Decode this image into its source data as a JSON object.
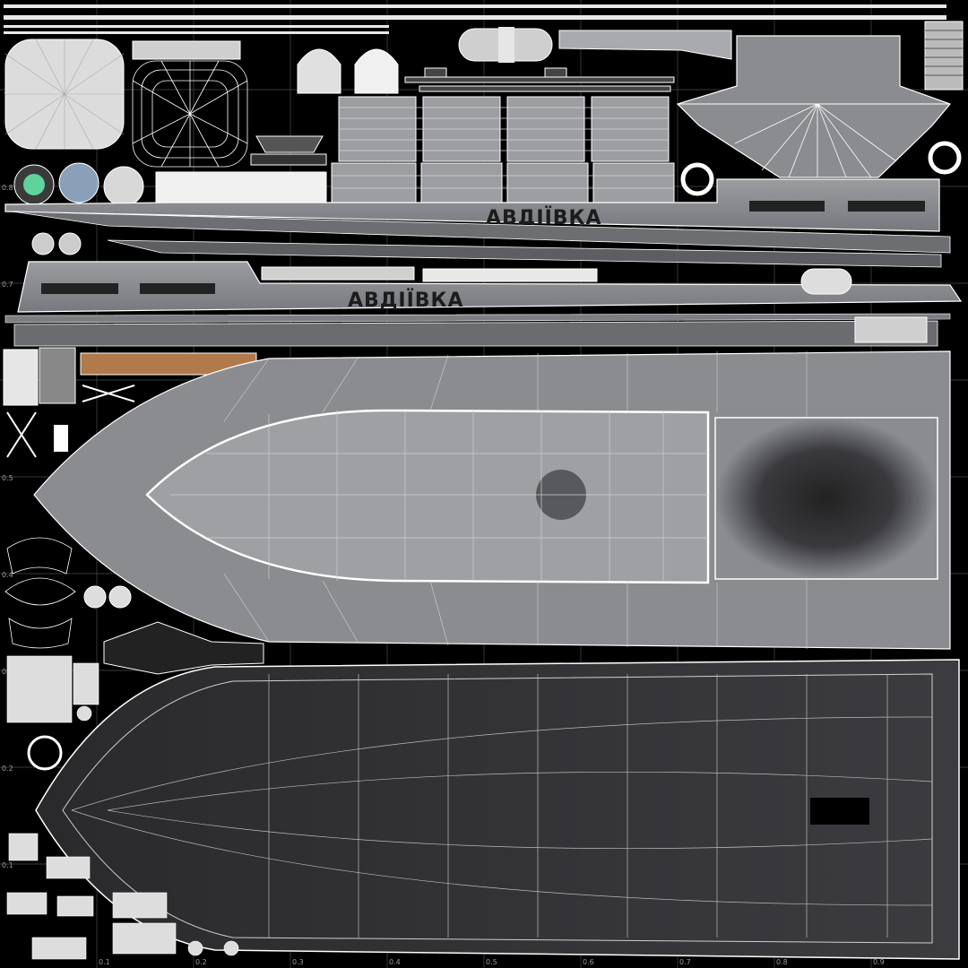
{
  "texture_sheet": {
    "hull_name_upper": "АВДІЇВКА",
    "hull_name_lower": "АВДІЇВКА",
    "colors": {
      "background": "#000000",
      "panel": "#8a8c90",
      "panel_light": "#c8c8cc",
      "panel_dark": "#3a3a3e",
      "wire": "#ffffff",
      "grid": "#6a6a6a",
      "accent_wood": "#b07a4a",
      "accent_green": "#5fd39a"
    }
  },
  "grid_ticks": {
    "v_labels": [
      ".9",
      "0.8",
      "0.7",
      ".6",
      "0.5",
      "0.4",
      "0.3",
      "0.2",
      "0.1"
    ],
    "h_labels": [
      "0.1",
      "0.2",
      "0.3",
      "0.4",
      "0.5",
      "0.6",
      "0.7",
      "0.8",
      "0.9"
    ]
  }
}
